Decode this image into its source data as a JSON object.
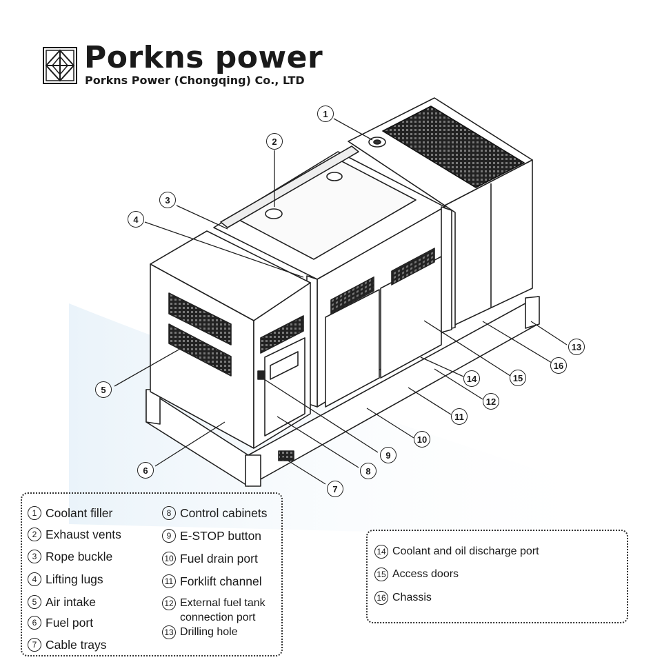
{
  "brand": {
    "name": "Porkns power",
    "company": "Porkns Power (Chongqing) Co., LTD"
  },
  "callouts": [
    "1",
    "2",
    "3",
    "4",
    "5",
    "6",
    "7",
    "8",
    "9",
    "10",
    "11",
    "12",
    "13",
    "14",
    "15",
    "16"
  ],
  "legend_left": [
    {
      "num": "1",
      "label": "Coolant filler"
    },
    {
      "num": "2",
      "label": "Exhaust vents"
    },
    {
      "num": "3",
      "label": "Rope buckle"
    },
    {
      "num": "4",
      "label": "Lifting lugs"
    },
    {
      "num": "5",
      "label": "Air intake"
    },
    {
      "num": "6",
      "label": "Fuel port"
    },
    {
      "num": "7",
      "label": "Cable trays"
    },
    {
      "num": "8",
      "label": "Control cabinets"
    },
    {
      "num": "9",
      "label": "E-STOP button"
    },
    {
      "num": "10",
      "label": "Fuel drain port"
    },
    {
      "num": "11",
      "label": "Forklift channel"
    },
    {
      "num": "12",
      "label": "External fuel tank connection port"
    },
    {
      "num": "13",
      "label": "Drilling hole"
    }
  ],
  "legend_right": [
    {
      "num": "14",
      "label": "Coolant and oil discharge port"
    },
    {
      "num": "15",
      "label": "Access doors"
    },
    {
      "num": "16",
      "label": "Chassis"
    }
  ]
}
